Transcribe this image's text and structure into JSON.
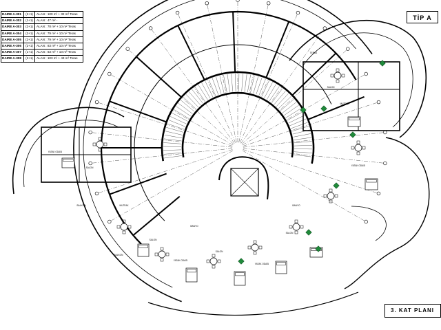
{
  "legend": {
    "rows": [
      {
        "unit": "DAIRE A-301",
        "type": "(2+1)",
        "area": "ALAN : 100 m² + 32 m² Teras"
      },
      {
        "unit": "DAIRE A-302",
        "type": "(1+1)",
        "area": "ALAN : 47 m²          -"
      },
      {
        "unit": "DAIRE A-303",
        "type": "(2+1)",
        "area": "ALAN : 78 m² + 10 m² Teras"
      },
      {
        "unit": "DAIRE A-304",
        "type": "(2+1)",
        "area": "ALAN : 79 m² + 10 m² Teras"
      },
      {
        "unit": "DAIRE A-305",
        "type": "(2+1)",
        "area": "ALAN : 79 m² + 10 m² Teras"
      },
      {
        "unit": "DAIRE A-306",
        "type": "(2+1)",
        "area": "ALAN : 83 m² + 10 m² Teras"
      },
      {
        "unit": "DAIRE A-307",
        "type": "(1+1)",
        "area": "ALAN : 63 m² + 10 m² Teras"
      },
      {
        "unit": "DAIRE A-308",
        "type": "(2+1)",
        "area": "ALAN : 103 m² + 43 m² Teras"
      }
    ]
  },
  "tip_label": "TİP A",
  "floor_label": "3. KAT PLANI",
  "room_labels": {
    "teras": "TERAS",
    "salon": "SALON",
    "mutfak": "MUTFAK",
    "yatak": "YATAK ODASI",
    "banyo": "BANYO",
    "balkon": "BALKON"
  },
  "colors": {
    "line": "#000000",
    "plant": "#1f8a3a",
    "watermark": "#cfcfcf"
  }
}
